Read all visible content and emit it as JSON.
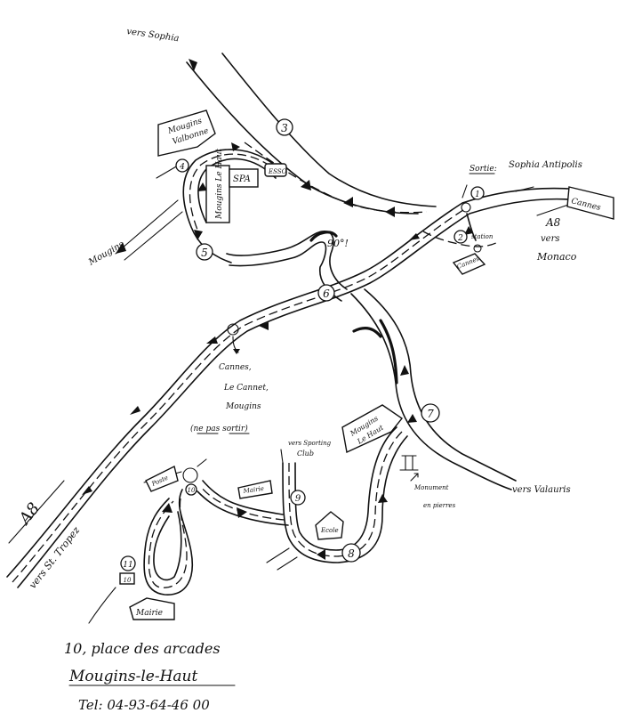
{
  "directions": {
    "sophia": "vers Sophia",
    "mougins": "Mougins",
    "stropez": "vers St. Tropez",
    "valauris": "vers Valauris",
    "monaco_vers": "vers",
    "monaco": "Monaco",
    "cannes_box": "Cannes",
    "a8_right": "A8",
    "a8_left": "A8",
    "sortie": "Sortie:",
    "sortie_dest": "Sophia Antipolis",
    "sortie_underline_word": "Sortie"
  },
  "signs": {
    "mougins_valbonne": [
      "Mougins",
      "Valbonne"
    ],
    "mougins_le_haut_vertical": "Mougins Le Haut",
    "mougins_le_haut_diag": [
      "Mougins",
      "Le Haut"
    ],
    "spa": "SPA",
    "esso": "ESSO",
    "cannes": "Cannes",
    "mairie_small": "Mairie",
    "mairie_bottom": "Mairie",
    "poste": "Poste",
    "ecole": "Ecole",
    "sporting": [
      "vers Sporting",
      "Club"
    ],
    "station": "station"
  },
  "hairpin_note": "90°!",
  "exit_note": {
    "line1": "Cannes,",
    "line2": "Le Cannet,",
    "line3": "Mougins",
    "line4": "(ne pas sortir)"
  },
  "monument": {
    "line1": "Monument",
    "line2": "en pierres"
  },
  "steps": [
    "1",
    "2",
    "3",
    "4",
    "5",
    "6",
    "7",
    "8",
    "9",
    "10",
    "11"
  ],
  "step_10_box": "10",
  "footer": {
    "address": "10, place des arcades",
    "town": "Mougins-le-Haut",
    "phone": "Tel: 04-93-64-46 00"
  }
}
